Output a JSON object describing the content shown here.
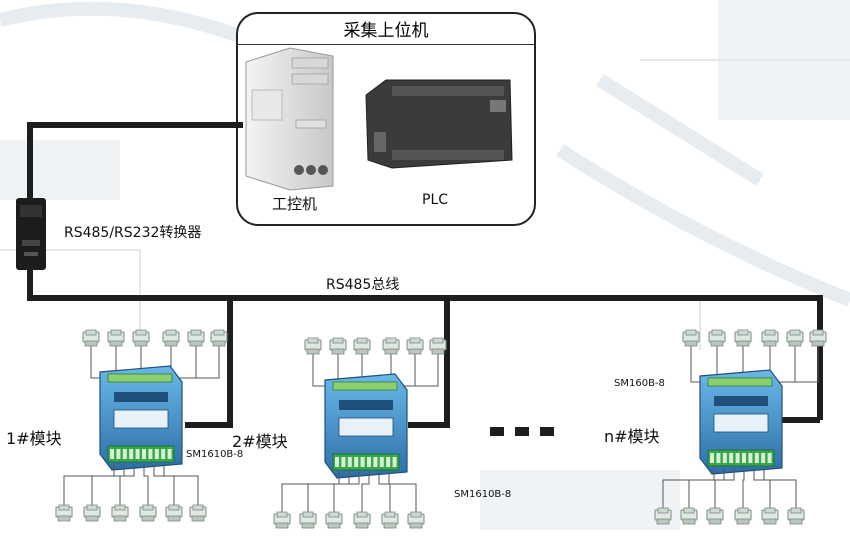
{
  "host": {
    "title": "采集上位机",
    "ipc_label": "工控机",
    "plc_label": "PLC"
  },
  "converter_label": "RS485/RS232转换器",
  "bus_label": "RS485总线",
  "modules": [
    {
      "label": "1#模块",
      "model": "SM1610B-8"
    },
    {
      "label": "2#模块",
      "model": "SM1610B-8"
    },
    {
      "label": "n#模块",
      "model": "SM160B-8"
    }
  ],
  "colors": {
    "cable": "#1e1e1e",
    "module_body": "#4a9fd8",
    "module_dark": "#2c6fa8",
    "terminal_green": "#3aa64a",
    "plc_body": "#3b3b3b"
  }
}
